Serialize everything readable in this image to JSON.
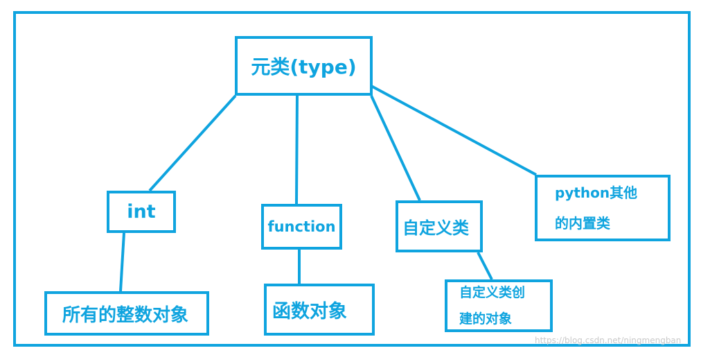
{
  "diagram": {
    "nodes": {
      "type": {
        "label": "元类(type)"
      },
      "int": {
        "label": "int"
      },
      "function": {
        "label": "function"
      },
      "custom_class": {
        "label": "自定义类"
      },
      "python_builtin": {
        "line1": "python其他",
        "line2": "的内置类"
      },
      "int_objects": {
        "label": "所有的整数对象"
      },
      "function_objects": {
        "label": "函数对象"
      },
      "custom_objects": {
        "line1": "自定义类创",
        "line2": "建的对象"
      }
    },
    "edges": [
      {
        "from": "type",
        "to": "int"
      },
      {
        "from": "type",
        "to": "function"
      },
      {
        "from": "type",
        "to": "custom_class"
      },
      {
        "from": "type",
        "to": "python_builtin"
      },
      {
        "from": "int",
        "to": "int_objects"
      },
      {
        "from": "function",
        "to": "function_objects"
      },
      {
        "from": "custom_class",
        "to": "custom_objects"
      }
    ],
    "colors": {
      "stroke": "#0fa4df",
      "text": "#0fa4df",
      "background": "#ffffff"
    }
  },
  "watermark": "https://blog.csdn.net/ningmengban"
}
